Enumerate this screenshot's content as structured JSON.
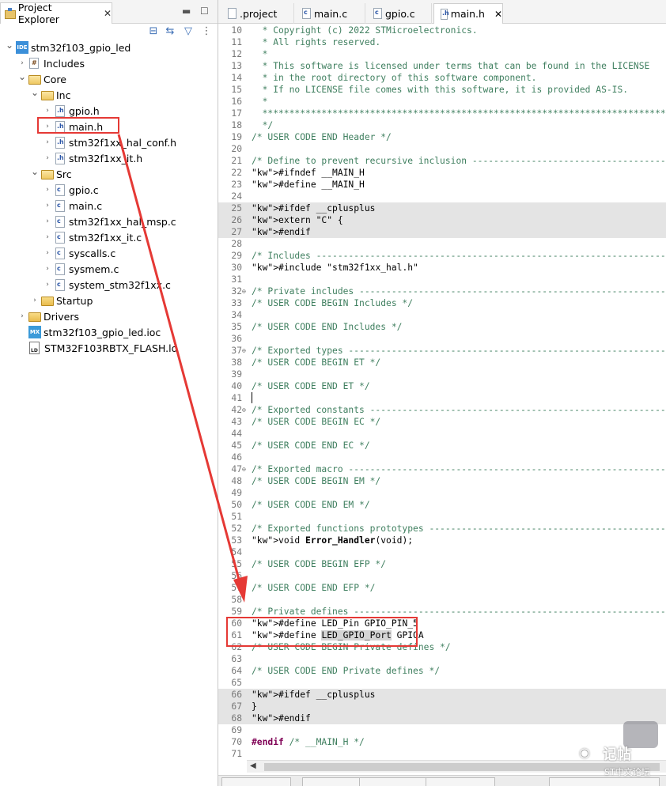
{
  "explorer": {
    "tab_label": "Project Explorer",
    "tree": [
      {
        "label": "stm32f103_gpio_led",
        "icon": "ide-project-icon",
        "depth": 0,
        "twisty": "open"
      },
      {
        "label": "Includes",
        "icon": "includes-icon",
        "depth": 1,
        "twisty": "closed"
      },
      {
        "label": "Core",
        "icon": "folder-icon",
        "depth": 1,
        "twisty": "open"
      },
      {
        "label": "Inc",
        "icon": "folder-icon",
        "depth": 2,
        "twisty": "open"
      },
      {
        "label": "gpio.h",
        "icon": "h-file-icon",
        "depth": 3,
        "twisty": "closed"
      },
      {
        "label": "main.h",
        "icon": "h-file-icon",
        "depth": 3,
        "twisty": "closed"
      },
      {
        "label": "stm32f1xx_hal_conf.h",
        "icon": "h-file-icon",
        "depth": 3,
        "twisty": "closed"
      },
      {
        "label": "stm32f1xx_it.h",
        "icon": "h-file-icon",
        "depth": 3,
        "twisty": "closed"
      },
      {
        "label": "Src",
        "icon": "folder-icon",
        "depth": 2,
        "twisty": "open"
      },
      {
        "label": "gpio.c",
        "icon": "c-file-icon",
        "depth": 3,
        "twisty": "closed"
      },
      {
        "label": "main.c",
        "icon": "c-file-icon",
        "depth": 3,
        "twisty": "closed"
      },
      {
        "label": "stm32f1xx_hal_msp.c",
        "icon": "c-file-icon",
        "depth": 3,
        "twisty": "closed"
      },
      {
        "label": "stm32f1xx_it.c",
        "icon": "c-file-icon",
        "depth": 3,
        "twisty": "closed"
      },
      {
        "label": "syscalls.c",
        "icon": "c-file-icon",
        "depth": 3,
        "twisty": "closed"
      },
      {
        "label": "sysmem.c",
        "icon": "c-file-icon",
        "depth": 3,
        "twisty": "closed"
      },
      {
        "label": "system_stm32f1xx.c",
        "icon": "c-file-icon",
        "depth": 3,
        "twisty": "closed"
      },
      {
        "label": "Startup",
        "icon": "folder-icon",
        "depth": 2,
        "twisty": "closed"
      },
      {
        "label": "Drivers",
        "icon": "folder-icon",
        "depth": 1,
        "twisty": "closed"
      },
      {
        "label": "stm32f103_gpio_led.ioc",
        "icon": "mx-file-icon",
        "depth": 1,
        "twisty": "none"
      },
      {
        "label": "STM32F103RBTX_FLASH.ld",
        "icon": "ld-file-icon",
        "depth": 1,
        "twisty": "none"
      }
    ]
  },
  "editor": {
    "tabs": [
      {
        "label": ".project",
        "active": false
      },
      {
        "label": "main.c",
        "active": false
      },
      {
        "label": "gpio.c",
        "active": false
      },
      {
        "label": "main.h",
        "active": true
      }
    ],
    "lines": [
      {
        "n": "10",
        "fold": "",
        "text": "  * Copyright (c) 2022 STMicroelectronics."
      },
      {
        "n": "11",
        "fold": "",
        "text": "  * All rights reserved."
      },
      {
        "n": "12",
        "fold": "",
        "text": "  *"
      },
      {
        "n": "13",
        "fold": "",
        "text": "  * This software is licensed under terms that can be found in the LICENSE"
      },
      {
        "n": "14",
        "fold": "",
        "text": "  * in the root directory of this software component."
      },
      {
        "n": "15",
        "fold": "",
        "text": "  * If no LICENSE file comes with this software, it is provided AS-IS."
      },
      {
        "n": "16",
        "fold": "",
        "text": "  *"
      },
      {
        "n": "17",
        "fold": "",
        "text": "  ******************************************************************************"
      },
      {
        "n": "18",
        "fold": "",
        "text": "  */"
      },
      {
        "n": "19",
        "fold": "",
        "text": "/* USER CODE END Header */"
      },
      {
        "n": "20",
        "fold": "",
        "text": ""
      },
      {
        "n": "21",
        "fold": "",
        "text": "/* Define to prevent recursive inclusion -------------------------------------"
      },
      {
        "n": "22",
        "fold": "",
        "text": "#ifndef __MAIN_H"
      },
      {
        "n": "23",
        "fold": "",
        "text": "#define __MAIN_H"
      },
      {
        "n": "24",
        "fold": "",
        "text": ""
      },
      {
        "n": "25",
        "fold": "",
        "text": "#ifdef __cplusplus"
      },
      {
        "n": "26",
        "fold": "",
        "text": "extern \"C\" {"
      },
      {
        "n": "27",
        "fold": "",
        "text": "#endif"
      },
      {
        "n": "28",
        "fold": "",
        "text": ""
      },
      {
        "n": "29",
        "fold": "",
        "text": "/* Includes ------------------------------------------------------------------"
      },
      {
        "n": "30",
        "fold": "",
        "text": "#include \"stm32f1xx_hal.h\""
      },
      {
        "n": "31",
        "fold": "",
        "text": ""
      },
      {
        "n": "32",
        "fold": "⊖",
        "text": "/* Private includes ----------------------------------------------------------"
      },
      {
        "n": "33",
        "fold": "",
        "text": "/* USER CODE BEGIN Includes */"
      },
      {
        "n": "34",
        "fold": "",
        "text": ""
      },
      {
        "n": "35",
        "fold": "",
        "text": "/* USER CODE END Includes */"
      },
      {
        "n": "36",
        "fold": "",
        "text": ""
      },
      {
        "n": "37",
        "fold": "⊖",
        "text": "/* Exported types ------------------------------------------------------------"
      },
      {
        "n": "38",
        "fold": "",
        "text": "/* USER CODE BEGIN ET */"
      },
      {
        "n": "39",
        "fold": "",
        "text": ""
      },
      {
        "n": "40",
        "fold": "",
        "text": "/* USER CODE END ET */"
      },
      {
        "n": "41",
        "fold": "",
        "text": ""
      },
      {
        "n": "42",
        "fold": "⊖",
        "text": "/* Exported constants --------------------------------------------------------"
      },
      {
        "n": "43",
        "fold": "",
        "text": "/* USER CODE BEGIN EC */"
      },
      {
        "n": "44",
        "fold": "",
        "text": ""
      },
      {
        "n": "45",
        "fold": "",
        "text": "/* USER CODE END EC */"
      },
      {
        "n": "46",
        "fold": "",
        "text": ""
      },
      {
        "n": "47",
        "fold": "⊖",
        "text": "/* Exported macro ------------------------------------------------------------"
      },
      {
        "n": "48",
        "fold": "",
        "text": "/* USER CODE BEGIN EM */"
      },
      {
        "n": "49",
        "fold": "",
        "text": ""
      },
      {
        "n": "50",
        "fold": "",
        "text": "/* USER CODE END EM */"
      },
      {
        "n": "51",
        "fold": "",
        "text": ""
      },
      {
        "n": "52",
        "fold": "",
        "text": "/* Exported functions prototypes ---------------------------------------------"
      },
      {
        "n": "53",
        "fold": "",
        "text": "void Error_Handler(void);"
      },
      {
        "n": "54",
        "fold": "",
        "text": ""
      },
      {
        "n": "55",
        "fold": "",
        "text": "/* USER CODE BEGIN EFP */"
      },
      {
        "n": "56",
        "fold": "",
        "text": ""
      },
      {
        "n": "57",
        "fold": "",
        "text": "/* USER CODE END EFP */"
      },
      {
        "n": "58",
        "fold": "",
        "text": ""
      },
      {
        "n": "59",
        "fold": "",
        "text": "/* Private defines -----------------------------------------------------------"
      },
      {
        "n": "60",
        "fold": "",
        "text": "#define LED_Pin GPIO_PIN_5"
      },
      {
        "n": "61",
        "fold": "",
        "text": "#define LED_GPIO_Port GPIOA"
      },
      {
        "n": "62",
        "fold": "",
        "text": "/* USER CODE BEGIN Private defines */"
      },
      {
        "n": "63",
        "fold": "",
        "text": ""
      },
      {
        "n": "64",
        "fold": "",
        "text": "/* USER CODE END Private defines */"
      },
      {
        "n": "65",
        "fold": "",
        "text": ""
      },
      {
        "n": "66",
        "fold": "",
        "text": "#ifdef __cplusplus"
      },
      {
        "n": "67",
        "fold": "",
        "text": "}"
      },
      {
        "n": "68",
        "fold": "",
        "text": "#endif"
      },
      {
        "n": "69",
        "fold": "",
        "text": ""
      },
      {
        "n": "70",
        "fold": "",
        "text": "#endif /* __MAIN_H */"
      },
      {
        "n": "71",
        "fold": "",
        "text": ""
      }
    ]
  },
  "watermark": {
    "main": "记帖",
    "sub": "ST中文论坛"
  },
  "colors": {
    "annotation_red": "#e53935",
    "comment": "#3f7f5f",
    "keyword": "#7f0055",
    "string": "#2a00ff"
  }
}
